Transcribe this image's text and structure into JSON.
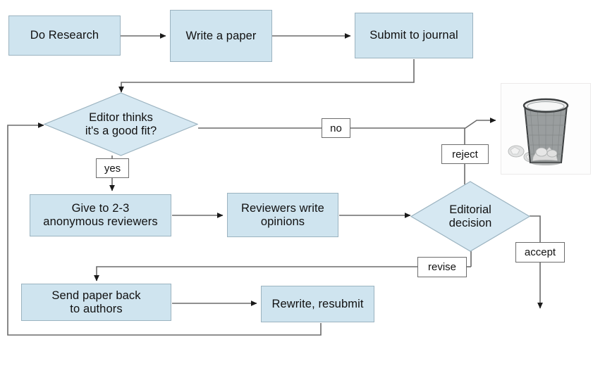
{
  "diagram": {
    "title": "Academic paper peer review process flowchart",
    "colors": {
      "node_fill": "#cfe4ef",
      "node_border": "#9bb3c0",
      "label_border": "#6d6d6d",
      "line": "#6b6b6b",
      "text": "#111111",
      "background": "#ffffff"
    },
    "nodes": [
      {
        "id": "do-research",
        "type": "process",
        "label": "Do Research"
      },
      {
        "id": "write-paper",
        "type": "process",
        "label": "Write a paper"
      },
      {
        "id": "submit-journal",
        "type": "process",
        "label": "Submit to journal"
      },
      {
        "id": "editor-fit",
        "type": "decision",
        "line1": "Editor thinks",
        "line2": "it's a good fit?"
      },
      {
        "id": "give-reviewers",
        "type": "process",
        "line1": "Give to 2-3",
        "line2": "anonymous reviewers"
      },
      {
        "id": "reviewers-write",
        "type": "process",
        "line1": "Reviewers write",
        "line2": "opinions"
      },
      {
        "id": "editorial",
        "type": "decision",
        "line1": "Editorial",
        "line2": "decision"
      },
      {
        "id": "send-back",
        "type": "process",
        "line1": "Send paper back",
        "line2": "to authors"
      },
      {
        "id": "rewrite",
        "type": "process",
        "label": "Rewrite, resubmit"
      },
      {
        "id": "trash",
        "type": "image",
        "label": "wastebasket-with-crumpled-paper"
      }
    ],
    "edge_labels": {
      "no": "no",
      "yes": "yes",
      "reject": "reject",
      "revise": "revise",
      "accept": "accept"
    }
  }
}
